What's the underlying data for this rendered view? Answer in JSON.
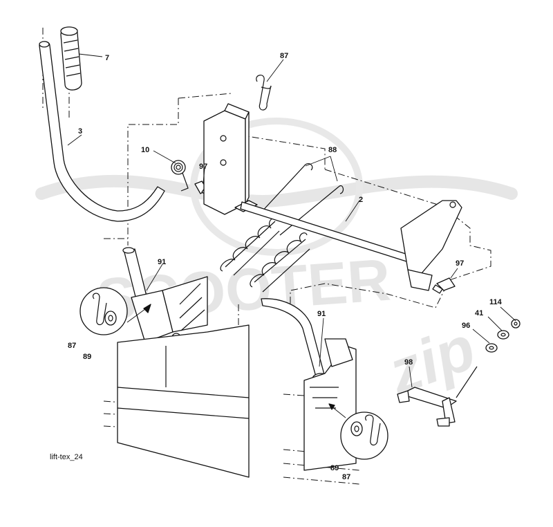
{
  "caption": "lift-tex_24",
  "watermark": {
    "main": "SCOOTER",
    "sub": "zip"
  },
  "callouts": {
    "c7": "7",
    "c3": "3",
    "c10": "10",
    "c97a": "97",
    "c87a": "87",
    "c88": "88",
    "c2": "2",
    "c91a": "91",
    "c97b": "97",
    "c87b": "87",
    "c89a": "89",
    "c114": "114",
    "c41": "41",
    "c96": "96",
    "c91b": "91",
    "c98": "98",
    "c89b": "89",
    "c87c": "87"
  }
}
